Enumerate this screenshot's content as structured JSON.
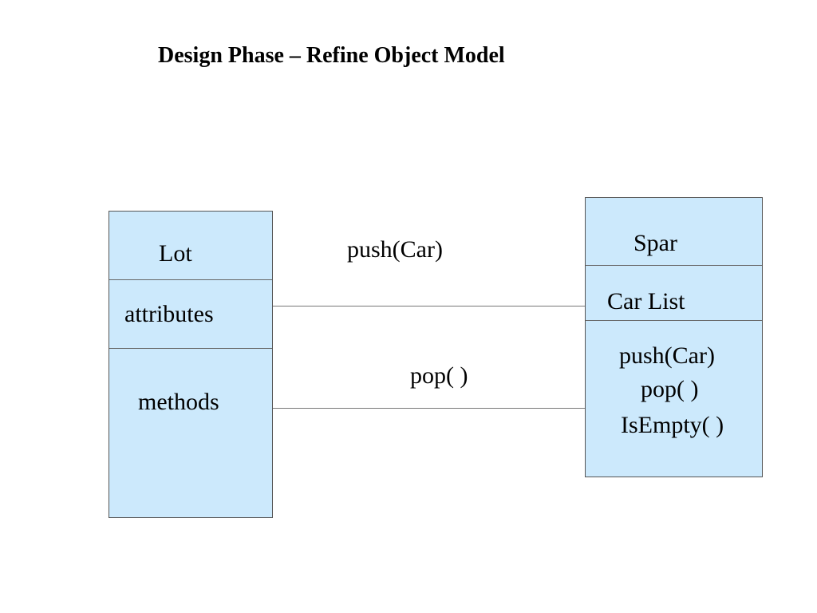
{
  "title": "Design Phase – Refine Object Model",
  "colors": {
    "box_fill": "#cce9fc",
    "box_border": "#555555",
    "connector": "#777777"
  },
  "left_class": {
    "name": "Lot",
    "attributes": "attributes",
    "methods": "methods"
  },
  "right_class": {
    "name": "Spar",
    "attributes": "Car List",
    "methods": [
      "push(Car)",
      "pop( )",
      "IsEmpty( )"
    ]
  },
  "messages": {
    "top": "push(Car)",
    "bottom": "pop( )"
  }
}
